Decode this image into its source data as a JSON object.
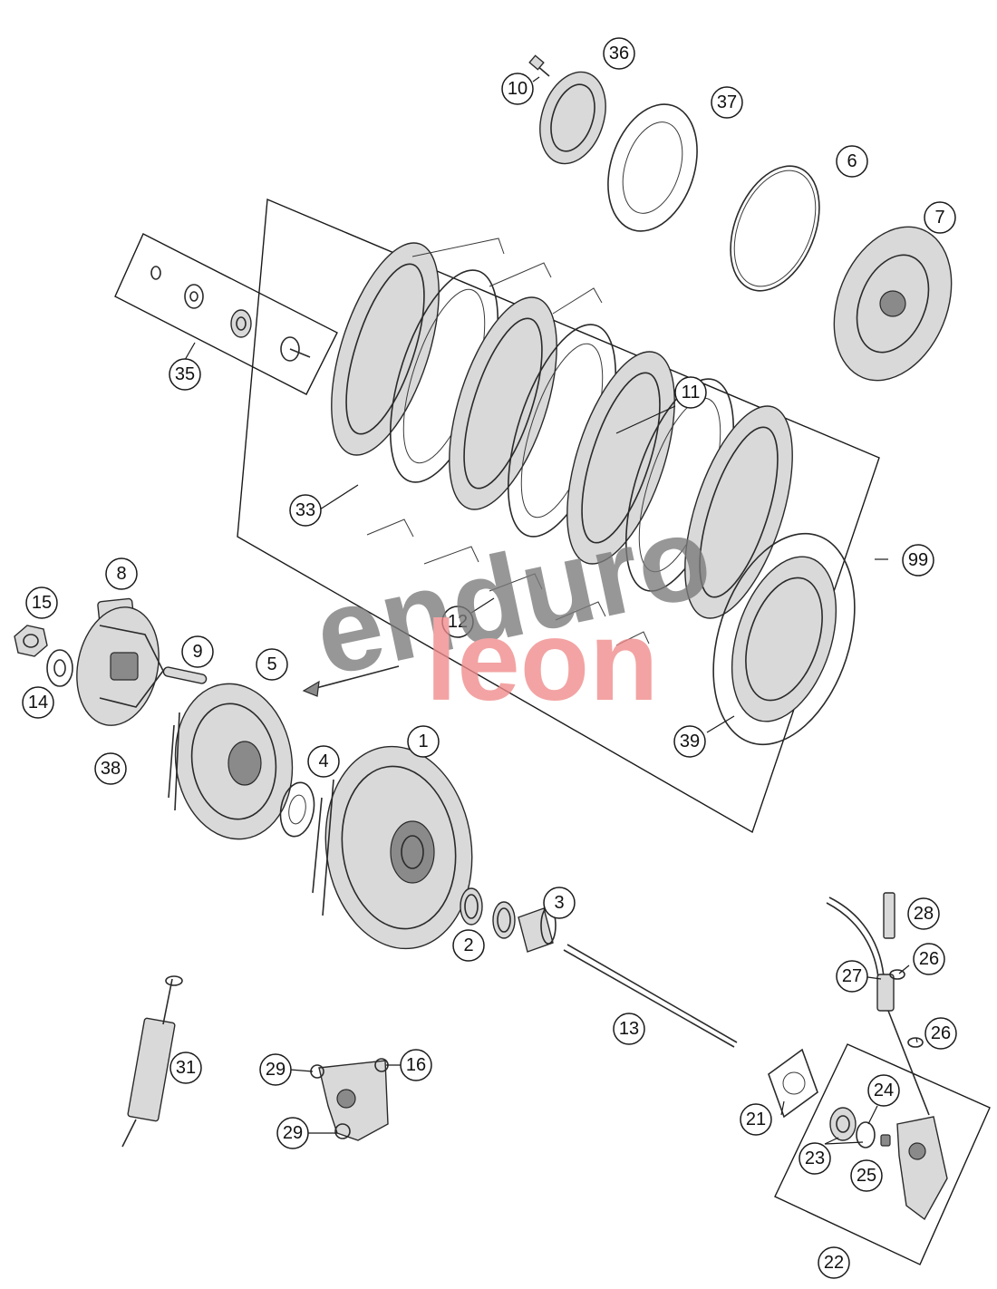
{
  "callouts": [
    {
      "id": "36",
      "label": "36"
    },
    {
      "id": "10",
      "label": "10"
    },
    {
      "id": "37",
      "label": "37"
    },
    {
      "id": "6",
      "label": "6"
    },
    {
      "id": "7",
      "label": "7"
    },
    {
      "id": "35",
      "label": "35"
    },
    {
      "id": "11",
      "label": "11"
    },
    {
      "id": "33",
      "label": "33"
    },
    {
      "id": "99",
      "label": "99"
    },
    {
      "id": "8",
      "label": "8"
    },
    {
      "id": "15",
      "label": "15"
    },
    {
      "id": "9",
      "label": "9"
    },
    {
      "id": "5",
      "label": "5"
    },
    {
      "id": "12",
      "label": "12"
    },
    {
      "id": "14",
      "label": "14"
    },
    {
      "id": "38",
      "label": "38"
    },
    {
      "id": "39",
      "label": "39"
    },
    {
      "id": "1",
      "label": "1"
    },
    {
      "id": "4",
      "label": "4"
    },
    {
      "id": "3",
      "label": "3"
    },
    {
      "id": "2",
      "label": "2"
    },
    {
      "id": "28",
      "label": "28"
    },
    {
      "id": "26a",
      "label": "26"
    },
    {
      "id": "27",
      "label": "27"
    },
    {
      "id": "13",
      "label": "13"
    },
    {
      "id": "26b",
      "label": "26"
    },
    {
      "id": "31",
      "label": "31"
    },
    {
      "id": "29a",
      "label": "29"
    },
    {
      "id": "16",
      "label": "16"
    },
    {
      "id": "24",
      "label": "24"
    },
    {
      "id": "21",
      "label": "21"
    },
    {
      "id": "23",
      "label": "23"
    },
    {
      "id": "25",
      "label": "25"
    },
    {
      "id": "29b",
      "label": "29"
    },
    {
      "id": "22",
      "label": "22"
    }
  ],
  "watermark": {
    "line1": "enduro",
    "line2": "leon",
    "color1": "#7a7a7a",
    "color2": "#f08a8a"
  }
}
